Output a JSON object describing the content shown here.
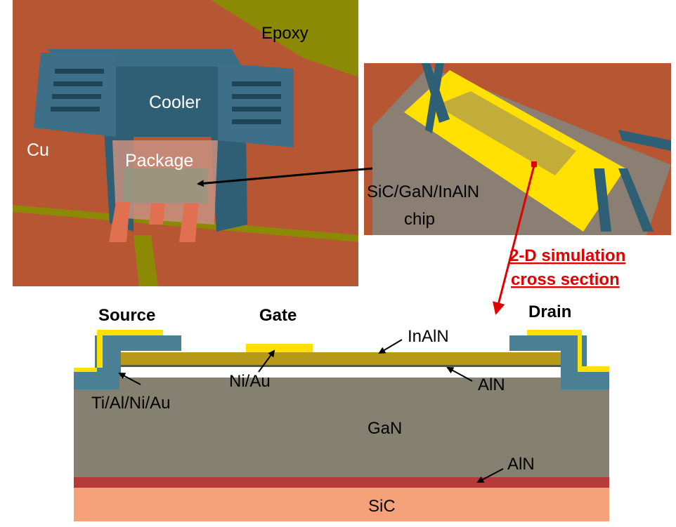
{
  "package_view": {
    "epoxy": "Epoxy",
    "cooler": "Cooler",
    "cu": "Cu",
    "package": "Package"
  },
  "chip_view": {
    "chip_line1": "SiC/GaN/InAlN",
    "chip_line2": "chip"
  },
  "annotation": {
    "line1": "2-D simulation",
    "line2": "cross section"
  },
  "cross_section": {
    "source": "Source",
    "gate": "Gate",
    "drain": "Drain",
    "inaln": "InAlN",
    "ni_au": "Ni/Au",
    "aln_top": "AlN",
    "ti_al_ni_au": "Ti/Al/Ni/Au",
    "gan": "GaN",
    "aln_bottom": "AlN",
    "sic": "SiC"
  },
  "colors": {
    "copper": "#b65632",
    "epoxy": "#8c8a05",
    "cooler": "#2f5f75",
    "gold": "#ffe000",
    "gan": "#858170",
    "inaln": "#b79a18",
    "aln": "#b63a3a",
    "sic": "#f5a27a",
    "ohmic_blue": "#4b7f94",
    "arrow_red": "#e00000"
  }
}
